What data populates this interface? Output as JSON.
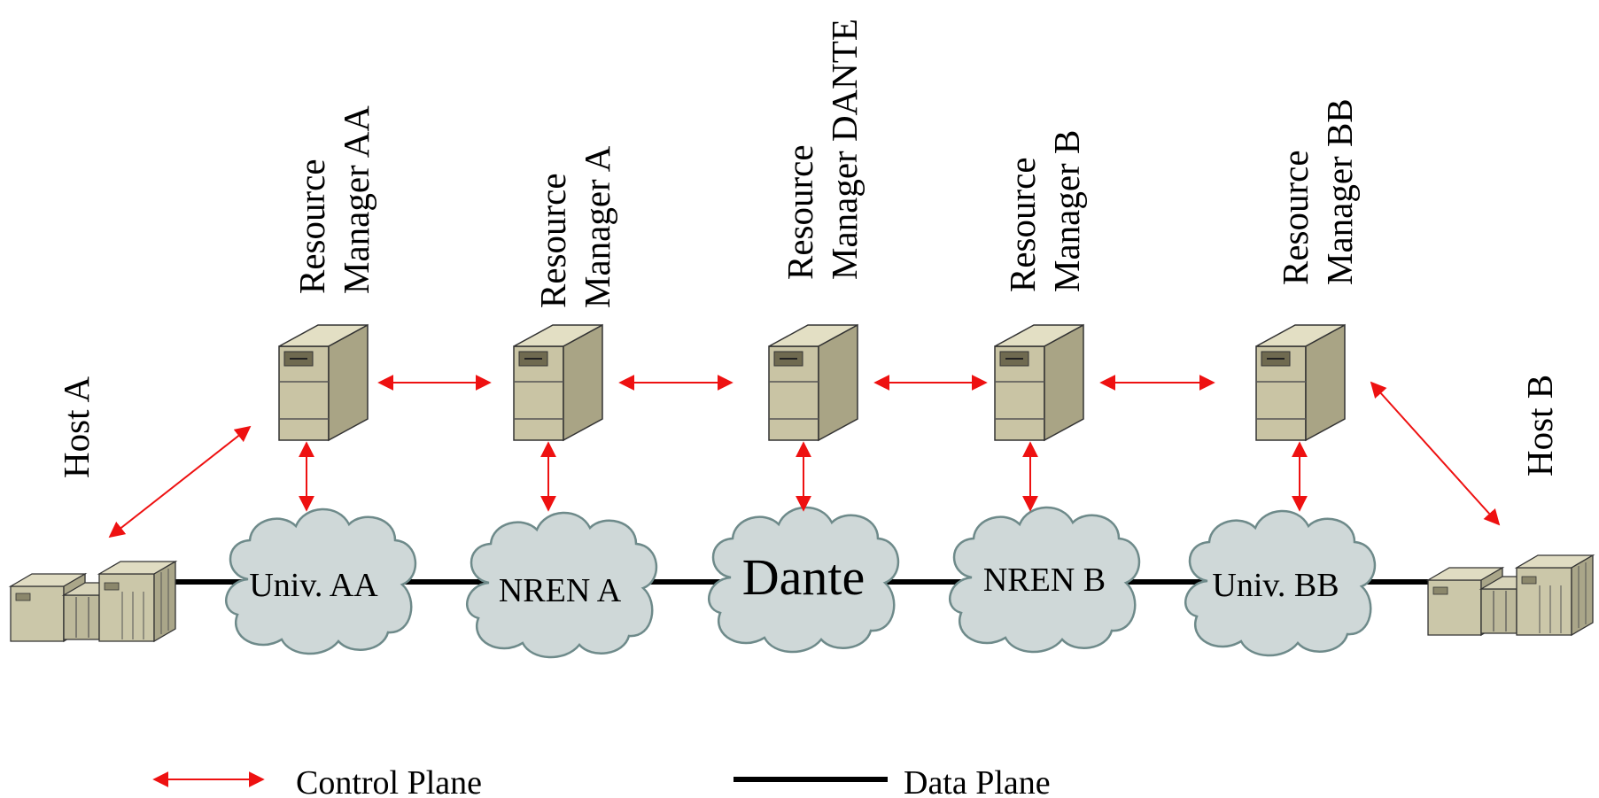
{
  "hosts": [
    {
      "id": "host-a",
      "label": "Host A"
    },
    {
      "id": "host-b",
      "label": "Host B"
    }
  ],
  "resource_managers": [
    {
      "id": "rm-aa",
      "line1": "Resource",
      "line2": "Manager AA"
    },
    {
      "id": "rm-a",
      "line1": "Resource",
      "line2": "Manager A"
    },
    {
      "id": "rm-dante",
      "line1": "Resource",
      "line2": "Manager DANTE"
    },
    {
      "id": "rm-b",
      "line1": "Resource",
      "line2": "Manager B"
    },
    {
      "id": "rm-bb",
      "line1": "Resource",
      "line2": "Manager BB"
    }
  ],
  "networks": [
    {
      "id": "univ-aa",
      "label": "Univ. AA"
    },
    {
      "id": "nren-a",
      "label": "NREN A"
    },
    {
      "id": "dante",
      "label": "Dante"
    },
    {
      "id": "nren-b",
      "label": "NREN B"
    },
    {
      "id": "univ-bb",
      "label": "Univ. BB"
    }
  ],
  "legend": {
    "control_plane": "Control Plane",
    "data_plane": "Data Plane"
  },
  "colors": {
    "control_plane": "#ee1111",
    "data_plane": "#000000",
    "cloud_fill": "#cfd8d8",
    "cloud_stroke": "#6e8a8a",
    "server_front": "#c9c4a4",
    "server_side": "#a9a485",
    "server_top": "#e3dfc4",
    "host_body": "#cbc7a9"
  }
}
